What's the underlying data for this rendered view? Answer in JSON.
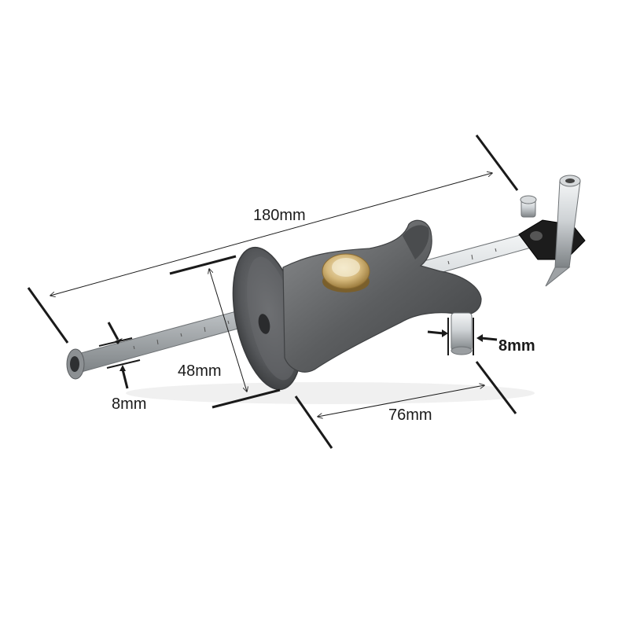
{
  "dimensions": {
    "length": "180mm",
    "fence_height": "48mm",
    "base_width": "76mm",
    "rod_diameter": "8mm",
    "pin_diameter": "8mm"
  },
  "colors": {
    "background": "#ffffff",
    "dimension_line": "#222222",
    "body_metal": "#5f6163",
    "rod_steel": "#c9cdd0",
    "knob_brass": "#d4b77a",
    "cutter_block": "#1c1c1c"
  }
}
